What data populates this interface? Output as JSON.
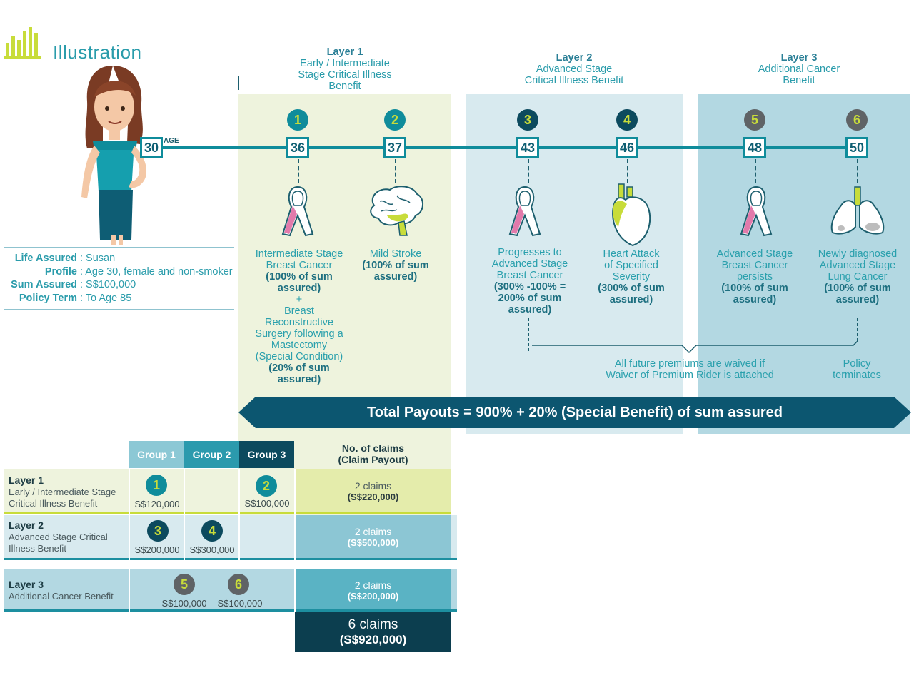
{
  "header": {
    "title": "Illustration"
  },
  "layers": [
    {
      "label": "Layer 1",
      "name_lines": [
        "Early / Intermediate",
        "Stage Critical Illness",
        "Benefit"
      ]
    },
    {
      "label": "Layer 2",
      "name_lines": [
        "Advanced Stage",
        "Critical Illness Benefit"
      ]
    },
    {
      "label": "Layer 3",
      "name_lines": [
        "Additional Cancer",
        "Benefit"
      ]
    }
  ],
  "timeline": {
    "start_age": "30",
    "age_label": "AGE",
    "points": [
      {
        "num": "1",
        "age": "36"
      },
      {
        "num": "2",
        "age": "37"
      },
      {
        "num": "3",
        "age": "43"
      },
      {
        "num": "4",
        "age": "46"
      },
      {
        "num": "5",
        "age": "48"
      },
      {
        "num": "6",
        "age": "50"
      }
    ]
  },
  "events": {
    "e1": {
      "l1": "Intermediate Stage",
      "l2": "Breast Cancer",
      "l3": "(100% of sum",
      "l4": "assured)",
      "l5": "+",
      "l6": "Breast",
      "l7": "Reconstructive",
      "l8": "Surgery following a",
      "l9": "Mastectomy",
      "l10": "(Special Condition)",
      "l11": "(20% of sum",
      "l12": "assured)"
    },
    "e2": {
      "l1": "Mild Stroke",
      "l2": "(100% of sum",
      "l3": "assured)"
    },
    "e3": {
      "l1": "Progresses to",
      "l2": "Advanced Stage",
      "l3": "Breast Cancer",
      "l4": "(300% -100% =",
      "l5": "200% of sum",
      "l6": "assured)"
    },
    "e4": {
      "l1": "Heart Attack",
      "l2": "of Specified",
      "l3": "Severity",
      "l4": "(300% of sum",
      "l5": "assured)"
    },
    "e5": {
      "l1": "Advanced Stage",
      "l2": "Breast Cancer",
      "l3": "persists",
      "l4": "(100% of sum",
      "l5": "assured)"
    },
    "e6": {
      "l1": "Newly diagnosed",
      "l2": "Advanced Stage",
      "l3": "Lung Cancer",
      "l4": "(100% of sum",
      "l5": "assured)"
    }
  },
  "waiver": {
    "l1": "All future premiums are waived if",
    "l2": "Waiver of Premium Rider is attached"
  },
  "terminate": {
    "l1": "Policy",
    "l2": "terminates"
  },
  "profile": {
    "life_assured_k": "Life Assured",
    "life_assured_v": ": Susan",
    "profile_k": "Profile",
    "profile_v": ": Age 30, female and non-smoker",
    "sum_k": "Sum Assured",
    "sum_v": ": S$100,000",
    "term_k": "Policy Term",
    "term_v": ": To Age 85"
  },
  "total": {
    "label": "Total Payouts =  900% + 20% (Special Benefit) of sum assured"
  },
  "table": {
    "headers": [
      "Group 1",
      "Group 2",
      "Group 3"
    ],
    "claims_header_l1": "No. of claims",
    "claims_header_l2": "(Claim Payout)",
    "rows": [
      {
        "title": "Layer 1",
        "sub1": "Early / Intermediate Stage",
        "sub2": "Critical Illness Benefit",
        "claims": "2 claims",
        "payout": "(S$220,000)"
      },
      {
        "title": "Layer 2",
        "sub1": "Advanced Stage Critical",
        "sub2": "Illness Benefit",
        "claims": "2 claims",
        "payout": "(S$500,000)"
      },
      {
        "title": "Layer 3",
        "sub1": "Additional Cancer Benefit",
        "sub2": "",
        "claims": "2 claims",
        "payout": "(S$200,000)"
      }
    ],
    "cells": {
      "c1": {
        "num": "1",
        "amount": "S$120,000"
      },
      "c2": {
        "num": "2",
        "amount": "S$100,000"
      },
      "c3": {
        "num": "3",
        "amount": "S$200,000"
      },
      "c4": {
        "num": "4",
        "amount": "S$300,000"
      },
      "c5": {
        "num": "5",
        "amount": "S$100,000"
      },
      "c6": {
        "num": "6",
        "amount": "S$100,000"
      }
    },
    "grand_total": {
      "claims": "6 claims",
      "payout": "(S$920,000)"
    }
  },
  "colors": {
    "teal": "#0f8c9b",
    "dark_navy": "#0c4a5e",
    "lime": "#c8dc3a",
    "pink": "#e27aab",
    "grey_marker": "#5f6366",
    "arrow": "#0c5670"
  }
}
